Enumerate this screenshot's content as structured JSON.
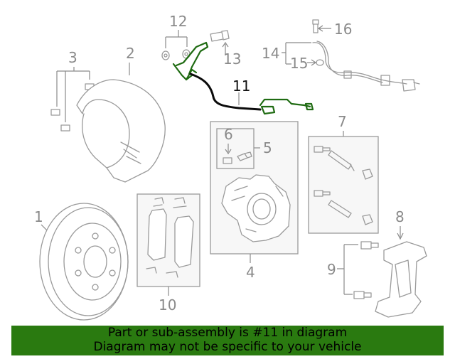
{
  "labels": {
    "p1": "1",
    "p2": "2",
    "p3": "3",
    "p4": "4",
    "p5": "5",
    "p6": "6",
    "p7": "7",
    "p8": "8",
    "p9": "9",
    "p10": "10",
    "p11": "11",
    "p12": "12",
    "p13": "13",
    "p14": "14",
    "p15": "15",
    "p16": "16"
  },
  "highlight_part": "11",
  "colors": {
    "highlight": "#1f6b12",
    "banner": "#2a7a10",
    "part_line": "#9a9a9a"
  },
  "banner": {
    "line1": "Part or sub-assembly is #11 in diagram",
    "line2": "Diagram may not be specific to your vehicle"
  }
}
